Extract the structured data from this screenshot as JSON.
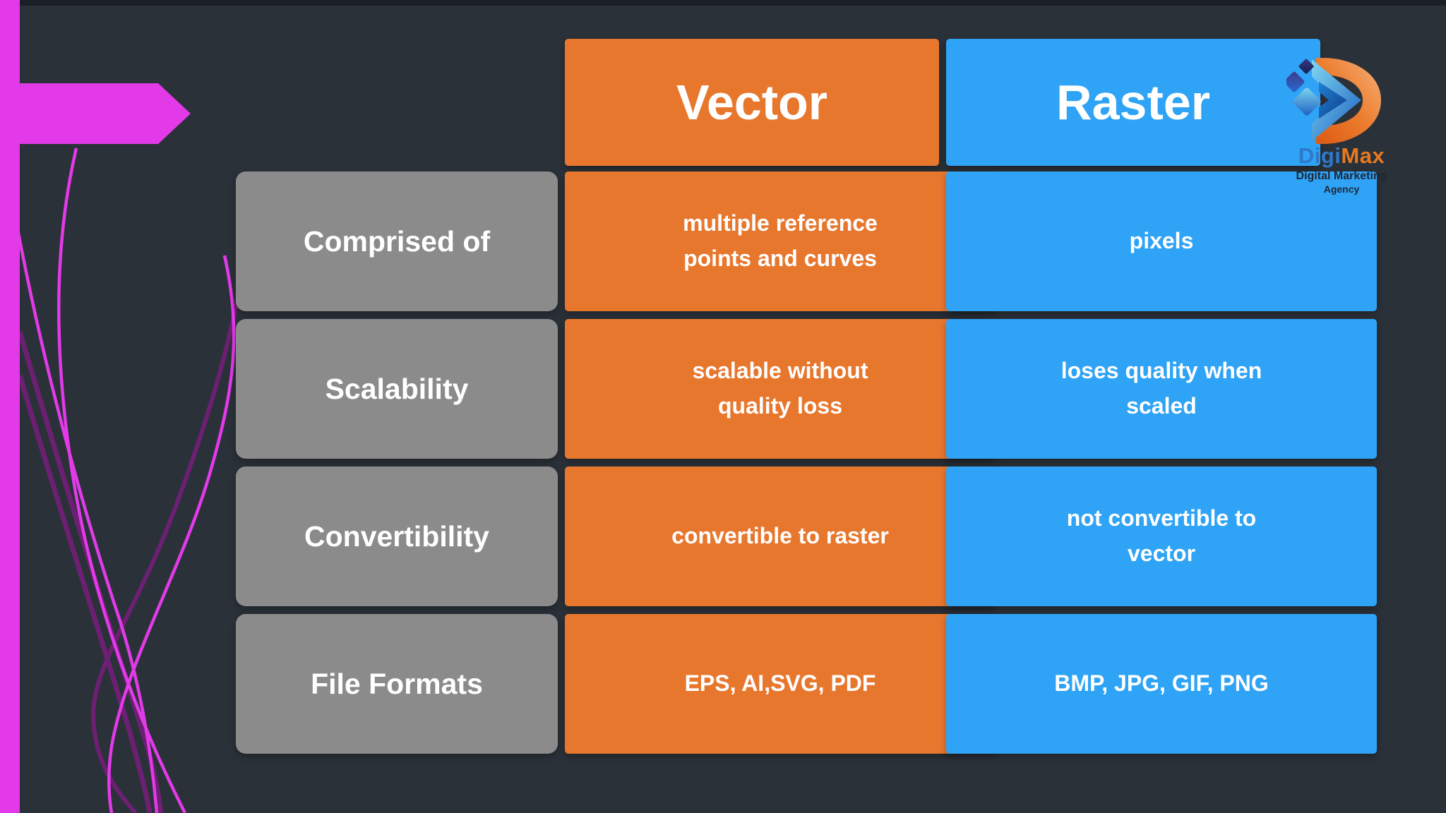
{
  "colors": {
    "bg": "#2b3138",
    "top-strip": "#1b1f25",
    "orange": "#e8772e",
    "blue": "#2fa3f5",
    "gray": "#8b8b8b",
    "magenta": "#e23ae8",
    "magenta-dark": "#6d2073",
    "logo-digi": "#2e79c9",
    "logo-max": "#e8791f",
    "logo-tagline": "#1d2735"
  },
  "table": {
    "header": {
      "vector": "Vector",
      "raster": "Raster"
    },
    "rows": [
      {
        "label": "Comprised of",
        "vector": "multiple reference\npoints and curves",
        "raster": "pixels"
      },
      {
        "label": "Scalability",
        "vector": "scalable without\nquality loss",
        "raster": "loses quality when\nscaled"
      },
      {
        "label": "Convertibility",
        "vector": "convertible to raster",
        "raster": "not convertible to\nvector"
      },
      {
        "label": "File Formats",
        "vector": "EPS, AI,SVG, PDF",
        "raster": "BMP, JPG, GIF, PNG"
      }
    ]
  },
  "logo": {
    "digi": "Digi",
    "max": "Max",
    "tagline_line1": "Digital Marketing",
    "tagline_line2": "Agency"
  }
}
